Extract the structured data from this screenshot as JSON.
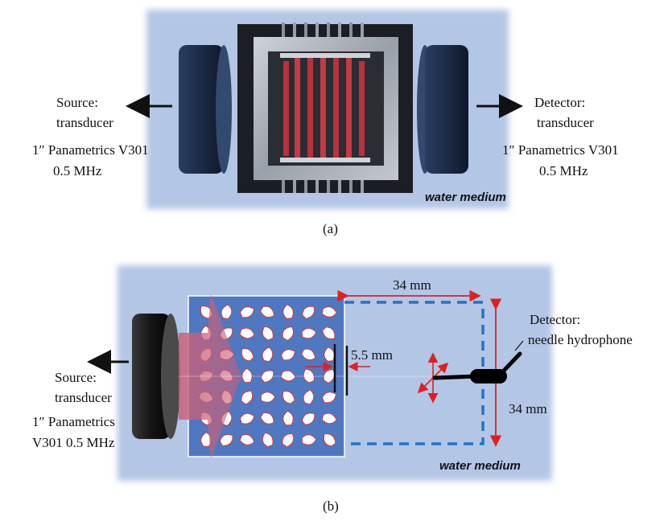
{
  "panel_a": {
    "source_title": "Source:",
    "source_subtitle": "transducer",
    "source_model": "1″ Panametrics V301",
    "source_freq": "0.5 MHz",
    "detector_title": "Detector:",
    "detector_subtitle": "transducer",
    "detector_model": "1″ Panametrics V301",
    "detector_freq": "0.5 MHz",
    "medium_label": "water medium",
    "caption": "(a)"
  },
  "panel_b": {
    "source_title": "Source:",
    "source_subtitle": "transducer",
    "source_model_line1": "1″ Panametrics",
    "source_model_line2": "V301 0.5 MHz",
    "detector_title": "Detector:",
    "detector_subtitle": "needle hydrophone",
    "dim_top": "34 mm",
    "dim_right": "34 mm",
    "dim_gap": "5.5 mm",
    "medium_label": "water medium",
    "caption": "(b)"
  },
  "colors": {
    "water": "#b3c6e6",
    "lattice_bg": "#4f78c0",
    "scan_dash": "#1f74c8",
    "dimension_red": "#e02020",
    "transducer": "#1c2c48"
  }
}
